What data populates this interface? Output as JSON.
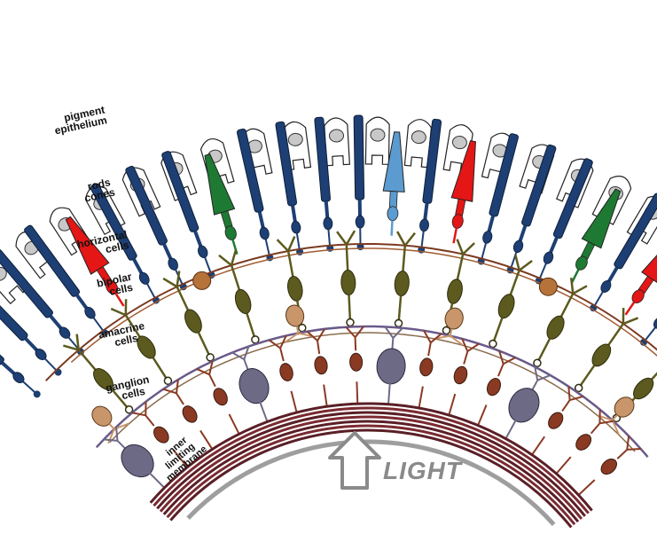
{
  "labels": {
    "pigment_epithelium": [
      "pigment",
      "epithelium"
    ],
    "rods_cones": [
      "rods",
      "cones"
    ],
    "horizontal_cells": [
      "horizontal",
      "cells"
    ],
    "bipolar_cells": [
      "bipolar",
      "cells"
    ],
    "amacrine_cells": [
      "amacrine",
      "cells"
    ],
    "ganglion_cells": [
      "ganglion",
      "cells"
    ],
    "inner_limiting_membrane": [
      "inner",
      "limiting",
      "membrane"
    ]
  },
  "light_label": "LIGHT",
  "colors": {
    "rod": "#1d3f74",
    "cone_red": "#e41616",
    "cone_green": "#1e7a33",
    "cone_blue": "#5b9bd0",
    "bipolar": "#5c5a1e",
    "horizontal": "#b5733a",
    "amacrine": "#c9956a",
    "ganglion_grey": "#6d6a86",
    "ganglion_red": "#8a3a22",
    "fiber": "#5a1f26",
    "membrane": "#9e9e9e"
  }
}
